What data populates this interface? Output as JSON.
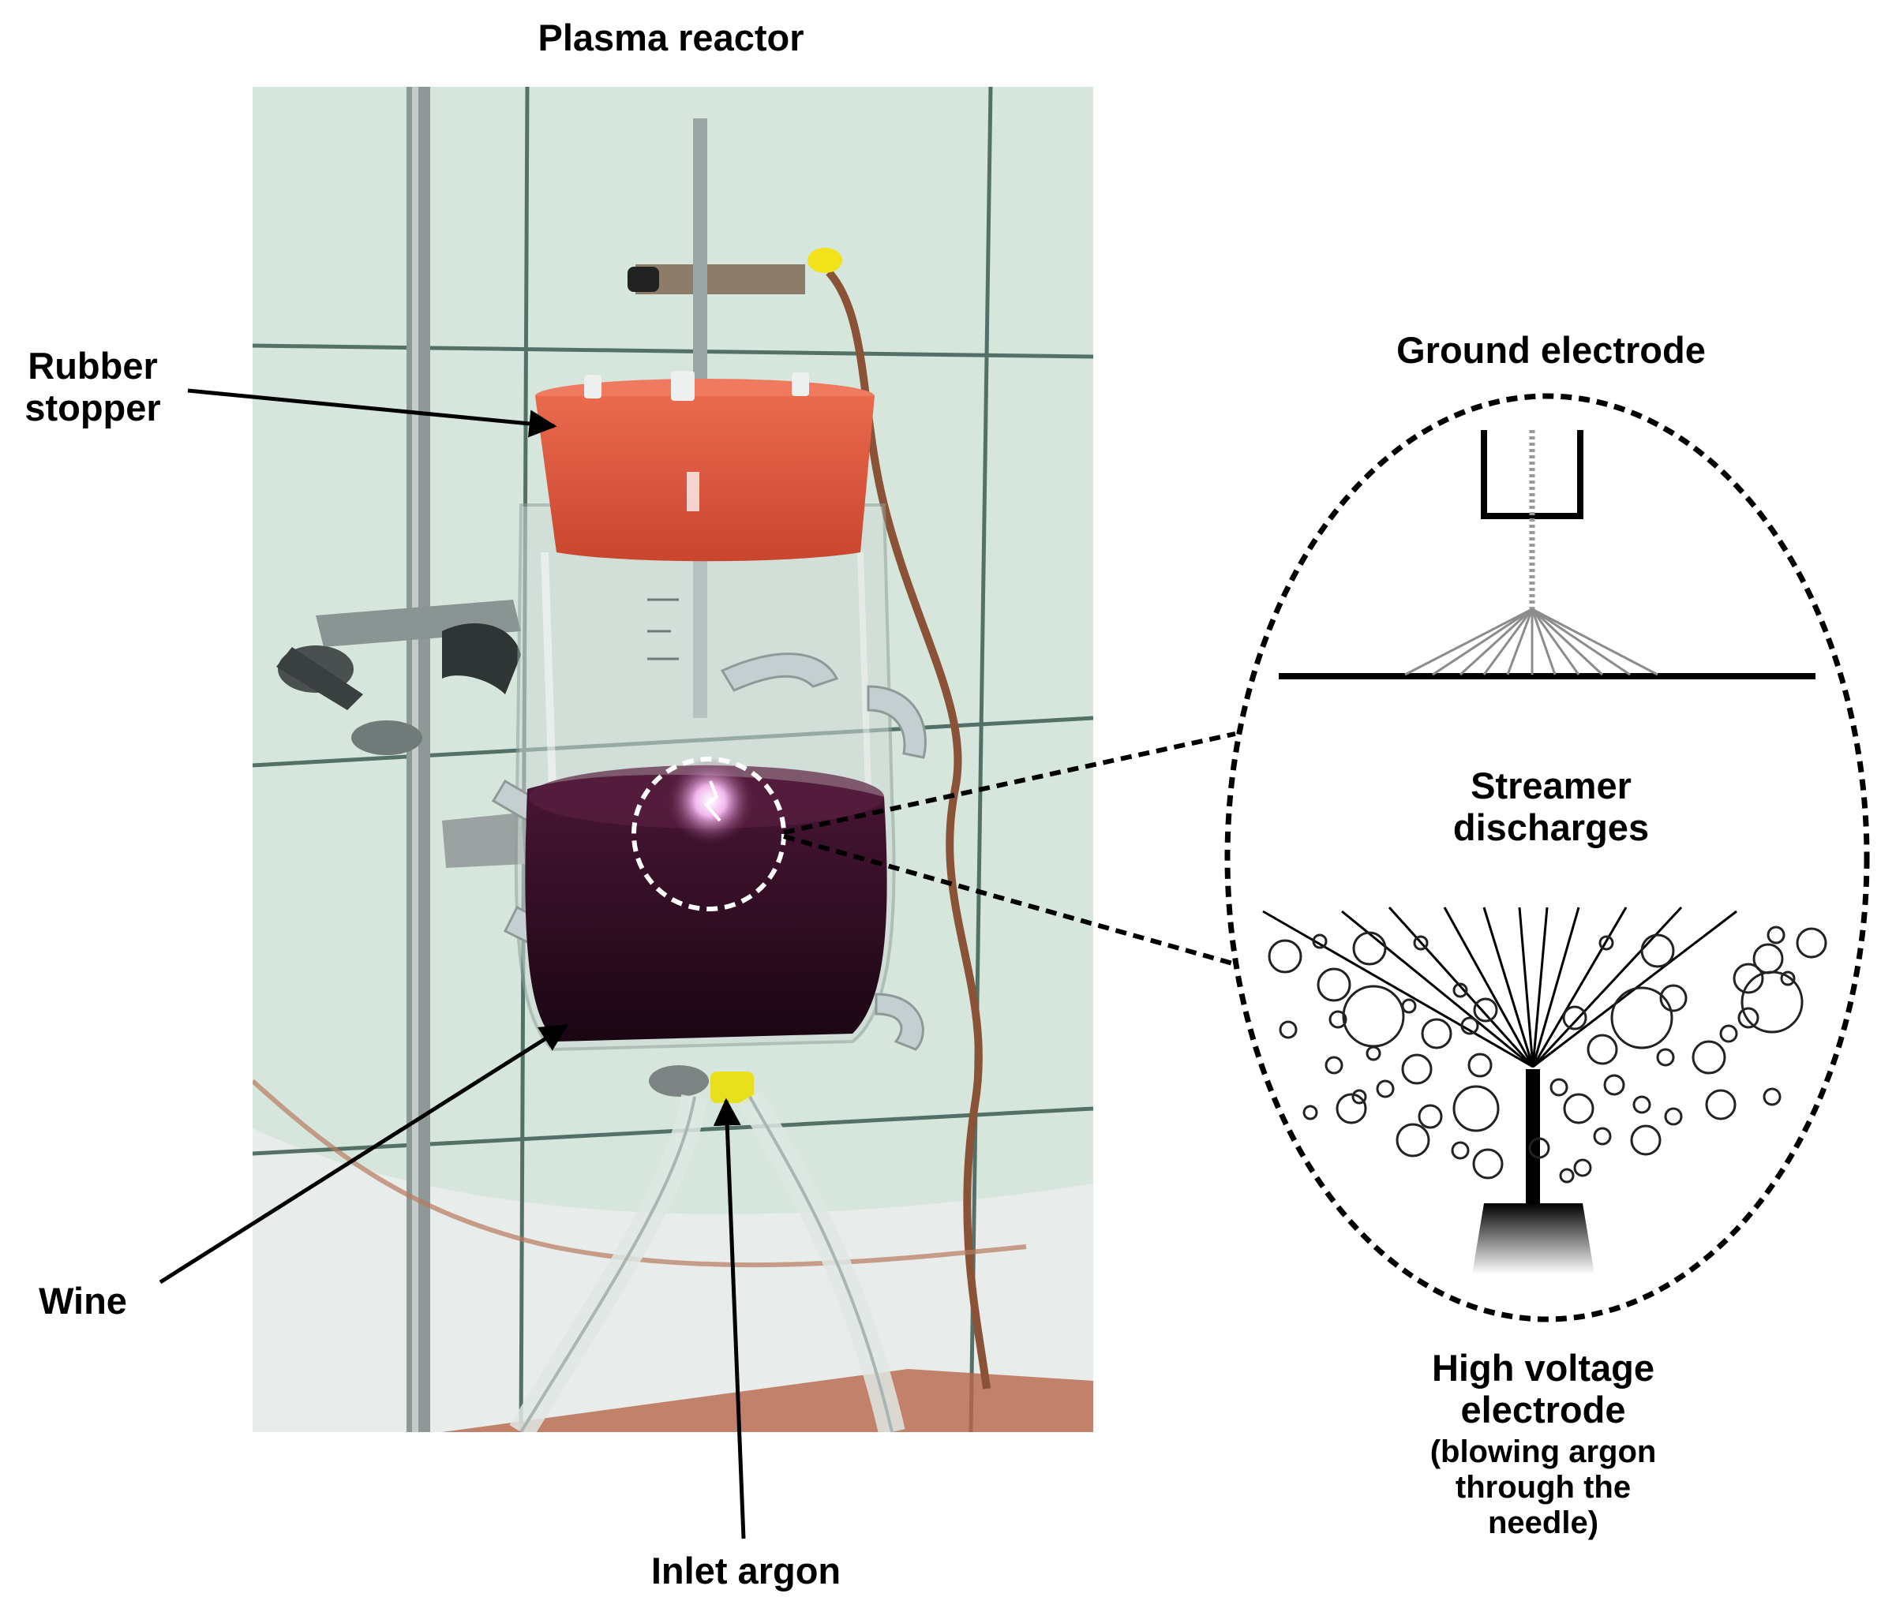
{
  "figure": {
    "title": "Plasma reactor",
    "labels": {
      "rubber_stopper": [
        "Rubber",
        "stopper"
      ],
      "wine": "Wine",
      "inlet_argon": "Inlet argon",
      "ground_electrode": "Ground electrode",
      "streamer_discharges": [
        "Streamer",
        "discharges"
      ],
      "high_voltage_electrode": [
        "High voltage",
        "electrode"
      ],
      "hv_note": [
        "(blowing argon",
        "through the",
        "needle)"
      ]
    }
  },
  "colors": {
    "wall_tile": "#d6e6dc",
    "tile_grout": "#3d5c54",
    "rubber_stopper": "#e0563b",
    "wine": "#2a0a1e",
    "glass": "#cfd9d6",
    "copper_wire": "#8a5236",
    "plasma_spark": "#e6a6e0",
    "ink": "#000000"
  }
}
